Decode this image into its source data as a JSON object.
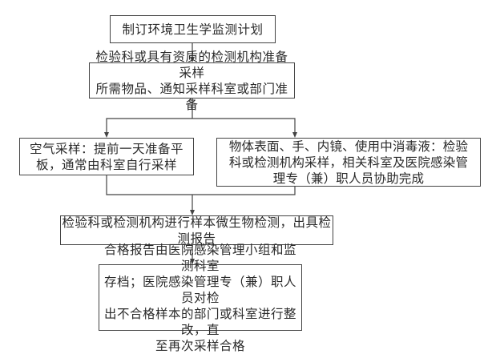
{
  "diagram": {
    "type": "flowchart",
    "nodes": [
      {
        "id": "plan",
        "lines": [
          "制订环境卫生学监测计划"
        ]
      },
      {
        "id": "prepare",
        "lines": [
          "检验科或具有资质的检测机构准备采样",
          "所需物品、通知采样科室或部门准备"
        ]
      },
      {
        "id": "air-sampling",
        "lines": [
          "空气采样：提前一天准备平",
          "板，通常由科室自行采样"
        ]
      },
      {
        "id": "surface-sampling",
        "lines": [
          "物体表面、手、内镜、使用中消毒液：检验",
          "科或检测机构采样，相关科室及医院感染管",
          "理专（兼）职人员协助完成"
        ]
      },
      {
        "id": "testing",
        "lines": [
          "检验科或检测机构进行样本微生物检测，出具检测报告"
        ]
      },
      {
        "id": "archive",
        "lines": [
          "合格报告由医院感染管理小组和监测科室",
          "存档；医院感染管理专（兼）职人员对检",
          "出不合格样本的部门或科室进行整改，直",
          "至再次采样合格"
        ]
      }
    ],
    "edges": [
      {
        "from": "plan",
        "to": "prepare"
      },
      {
        "from": "prepare",
        "to": "air-sampling"
      },
      {
        "from": "prepare",
        "to": "surface-sampling"
      },
      {
        "from": "air-sampling",
        "to": "testing"
      },
      {
        "from": "surface-sampling",
        "to": "testing"
      },
      {
        "from": "testing",
        "to": "archive"
      }
    ],
    "colors": {
      "stroke": "#444444",
      "text": "#2a2a2a",
      "background": "#ffffff"
    }
  }
}
